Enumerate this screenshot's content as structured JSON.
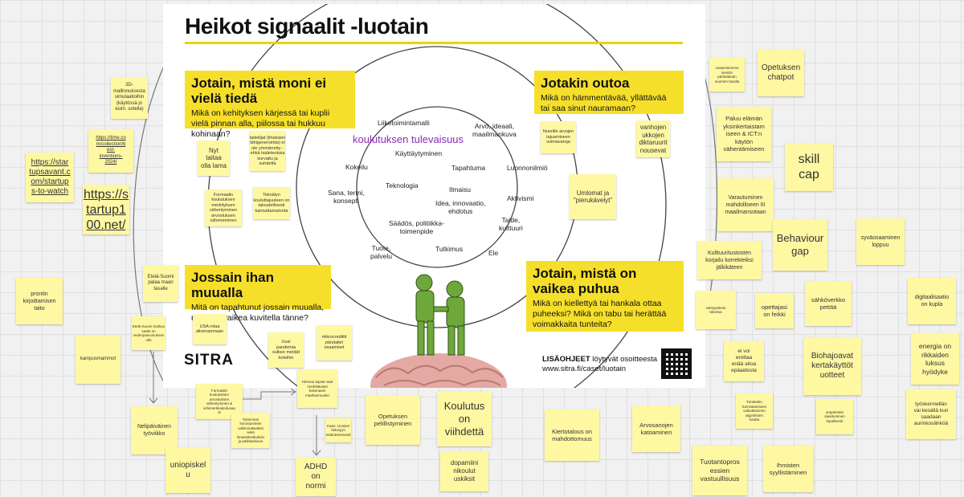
{
  "poster": {
    "title": "Heikot signaalit -luotain",
    "q1": {
      "heading": "Jotain, mistä moni ei vielä tiedä",
      "body": "Mikä on kehityksen kärjessä tai kuplii vielä pinnan alla, piilossa tai hukkuu kohinaan?"
    },
    "q2": {
      "heading": "Jotakin outoa",
      "body": "Mikä on hämmentävää, yllättävää tai saa sinut nauramaan?"
    },
    "q3": {
      "heading": "Jossain ihan muualla",
      "body": "Mitä on tapahtunut jossain muualla, mikä on vaikea kuvitella tänne?"
    },
    "q4": {
      "heading": "Jotain, mistä on vaikea puhua",
      "body": "Mikä on kiellettyä tai hankala ottaa puheeksi? Mikä on tabu tai herättää voimakkaita tunteita?"
    },
    "center_topic": "koulutuksen tulevaisuus",
    "ring_labels": {
      "liiketoimintamalli": "Liiketoimintamalli",
      "arvo": "Arvo, ideaali,\nmaailmankuva",
      "kayttaytyminen": "Käyttäytyminen",
      "kokeilu": "Kokeilu",
      "tapahtuma": "Tapahtuma",
      "luonnonilmio": "Luonnonilmiö",
      "teknologia": "Teknologia",
      "ilmaisu": "Ilmaisu",
      "sana": "Sana, termi,\nkonsepti",
      "idea": "Idea, innovaatio,\nehdotus",
      "aktivismi": "Aktivismi",
      "taide": "Taide,\nkulttuuri",
      "saados": "Säädös, politiikka-\ntoimenpide",
      "tuote": "Tuote,\npalvelu",
      "tutkimus": "Tutkimus",
      "ele": "Ele"
    },
    "stickies": {
      "nyt_taitaa": "Nyt\ntaitaa\nolla lama",
      "taiteilijat": "taiteilijat (lihaksien\nlähigenerointia) ei\nole ymmärretty -\nehkä taideteoksia\nkorvattu ja\nsuhdetta",
      "formaalin": "Formaalin\nkoulutuksen\nmerkityksen\nvähentyminen\narvostuksen\nväheneminen",
      "tekoaly": "Tekoälyn\nkouluttajuuteen on\ntaloudellisesti\nkannattamatonta",
      "nuorille": "Nuorille arvojen\ntajuamiseen\nvoimavaroja",
      "vanhojen": "vanhojen\nukkojen\ndiktaruurit\nnousevat",
      "umlomat": "Umlomat ja\n\"pierukävelyt\"",
      "usa_rolaa": "USA rolaa\nalivenanmaan",
      "uusi_pandemia": "Uusi\npandemia\nsulkee meidät\nkoteihin",
      "mikrocrediitit": "mikrocrediitit\npärstalkri\nosaamiset"
    },
    "sitra_logo": "SITRA",
    "more_info_bold": "LISÄOHJEET",
    "more_info_text": "löytyvät osoitteesta",
    "more_info_url": "www.sitra.fi/caset/luotain"
  },
  "board_stickies": {
    "mallinnus": "3D-\nmallinnuksesta\nsimulaatioihin\n(käytössä jo\nesim. sotella)",
    "time_link": "https://time.co\nm/collection/b\nest-\ninventions-\n2024/",
    "startupsavant": "https://star\ntupsavant.c\nom/startup\ns-to-watch",
    "startup100": "https://s\ntartup1\n00.net/",
    "prontin": "prontin\nkirjoittamisen\ntaito",
    "etela_suomi": "Etelä-Suomi\npalaa maan\ntasalle",
    "etela_small": "Etelä-Suomi hukkuu\nsadet on\nvedenpaisumuksen\nolla",
    "kampusmammot": "kampusmammot",
    "formaalin_opiskelu": "Formaalin\nkoulutuksen\narvostuksen\nvähentyminen &\nvirkimerkkatiedusaa\nst",
    "toiminnan": "Toiminnan\nkorostuminen\nvakiinnuttavaksi\nsekä\nilmastokeskuksin\nja paikkaiskuun",
    "helsingin": "Hieman lapset vaat\nmerkittävästi\nkokonaset\nmaahanmuutin",
    "neli": "Nelipäiväinen\ntyöviikko",
    "uniopiskelu": "uniopiskelu",
    "adhd": "ADHD\non\nnormi",
    "adhd_small": "Kaan: Uusiset\nlaitosyys\nmääräsennuset",
    "opetuksen_pelil": "Opetuksen\npelillistyminen",
    "koulutus_viihde": "Koulutus\non\nviihdettä",
    "dopamiini": "dopamiini\nnikoulut\nuskiksit",
    "kiertotalous": "Kiertotalous on\nmahdottomuus",
    "arvosanojen": "Arvosanojen\nkatoaminen",
    "tuotantopros": "Tuotantopros\nessien\nvastuullisuus",
    "ihmisten": "Ihmisten\nsyyllistäminen",
    "osaamisemme": "osaamisemme\nvientiin\npäritettävän\nsuomen tasolla",
    "opetuksen_chatpot": "Opetuksen\nchatpot",
    "paluu": "Paluu elämän\nyksinkertaistam\niseen & ICT:n\nkäytön\nvähentämiseen",
    "skill_cap": "skill\ncap",
    "varautuminen": "Varautuminen\nmahdolliseen III\nmaailmansotaan",
    "behaviour_gap": "Behaviour\ngap",
    "syvaosaaminen": "syväosaaminen\nloppuu",
    "kulttuuri": "Kulttuuritustosten\nkorjailu korrekteiksi\njälkikäteen",
    "vahiopiskelu": "vahiopiskelu\ntaloissa",
    "opettajasi": "opettajasi\non feikki",
    "sahkoverkko": "sähköverkko\npettää",
    "digitaalisaatio": "digitaalisaatio\non kupla",
    "ei_voi": "ei voi\nerottaa\nenää aitoa\nepäaidosta",
    "biohajoavat": "Biohajoavat\nkertakäyttöt\nuotteet",
    "energia": "energia on\nrikkaiden\nluksus\nhyödyke",
    "tunnistus": "Tunteiden\ntunnistamiseen\nvaikuttaminen\nalgoritmien\nkautta",
    "ymparistoon": "ympäristön\nsaastuminen\nlopullisesti",
    "tyoskennellaan": "työskennellän\nvai kesällä kun\nsaadaan\naurinkosähköä"
  }
}
